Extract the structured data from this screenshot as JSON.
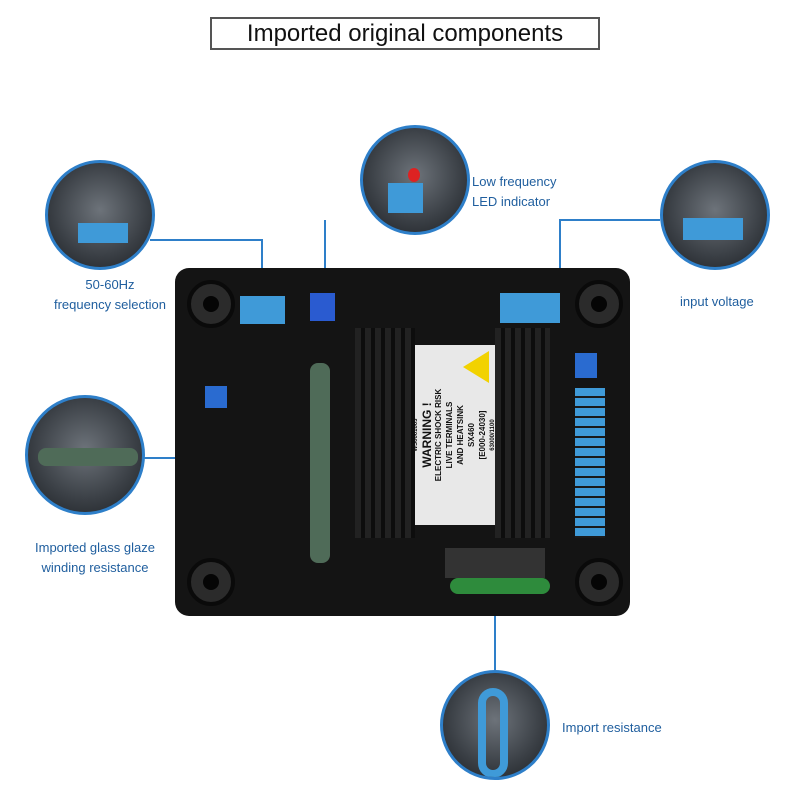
{
  "title": "Imported original components",
  "callouts": [
    {
      "label_line1": "50-60Hz",
      "label_line2": "frequency selection"
    },
    {
      "label_line1": "Low frequency",
      "label_line2": "LED indicator"
    },
    {
      "label_line1": "input voltage"
    },
    {
      "label_line1": "Imported glass glaze",
      "label_line2": "winding resistance"
    },
    {
      "label_line1": "Import resistance"
    }
  ],
  "sticker": {
    "top_code": "WS0001003",
    "warning": "WARNING !",
    "risk": "ELECTRIC SHOCK RISK",
    "note1": "LIVE TERMINALS",
    "note2": "AND HEATSINK",
    "part_code": "[E000-24030]",
    "model": "SX460",
    "barcode_text": "63000/1100"
  },
  "colors": {
    "accent": "#2e7fc9",
    "label": "#1f5e9e"
  }
}
